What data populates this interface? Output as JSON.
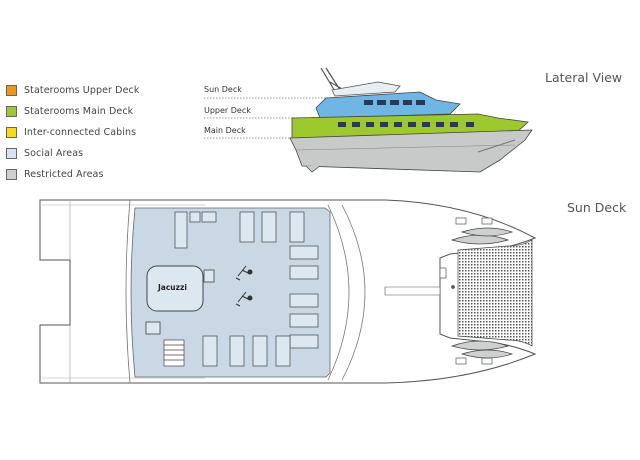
{
  "legend": {
    "items": [
      {
        "label": "Staterooms Upper Deck",
        "color": "#f0951e"
      },
      {
        "label": "Staterooms Main Deck",
        "color": "#9dc92e"
      },
      {
        "label": "Inter-connected Cabins",
        "color": "#f5da1f"
      },
      {
        "label": "Social Areas",
        "color": "#d7e3ec"
      },
      {
        "label": "Restricted Areas",
        "color": "#cfd0d0"
      }
    ]
  },
  "lateral": {
    "title": "Lateral View",
    "deck_labels": [
      "Sun Deck",
      "Upper Deck",
      "Main Deck"
    ]
  },
  "sundeck": {
    "title": "Sun Deck",
    "jacuzzi_label": "Jacuzzi"
  },
  "colors": {
    "social_area": "#d7e3ec",
    "social_area_bg": "#c9d8e4",
    "hull_gray": "#c8c9c9",
    "main_deck_green": "#9dc92e",
    "upper_deck_blue": "#6fb6e4",
    "outline": "#555555"
  }
}
